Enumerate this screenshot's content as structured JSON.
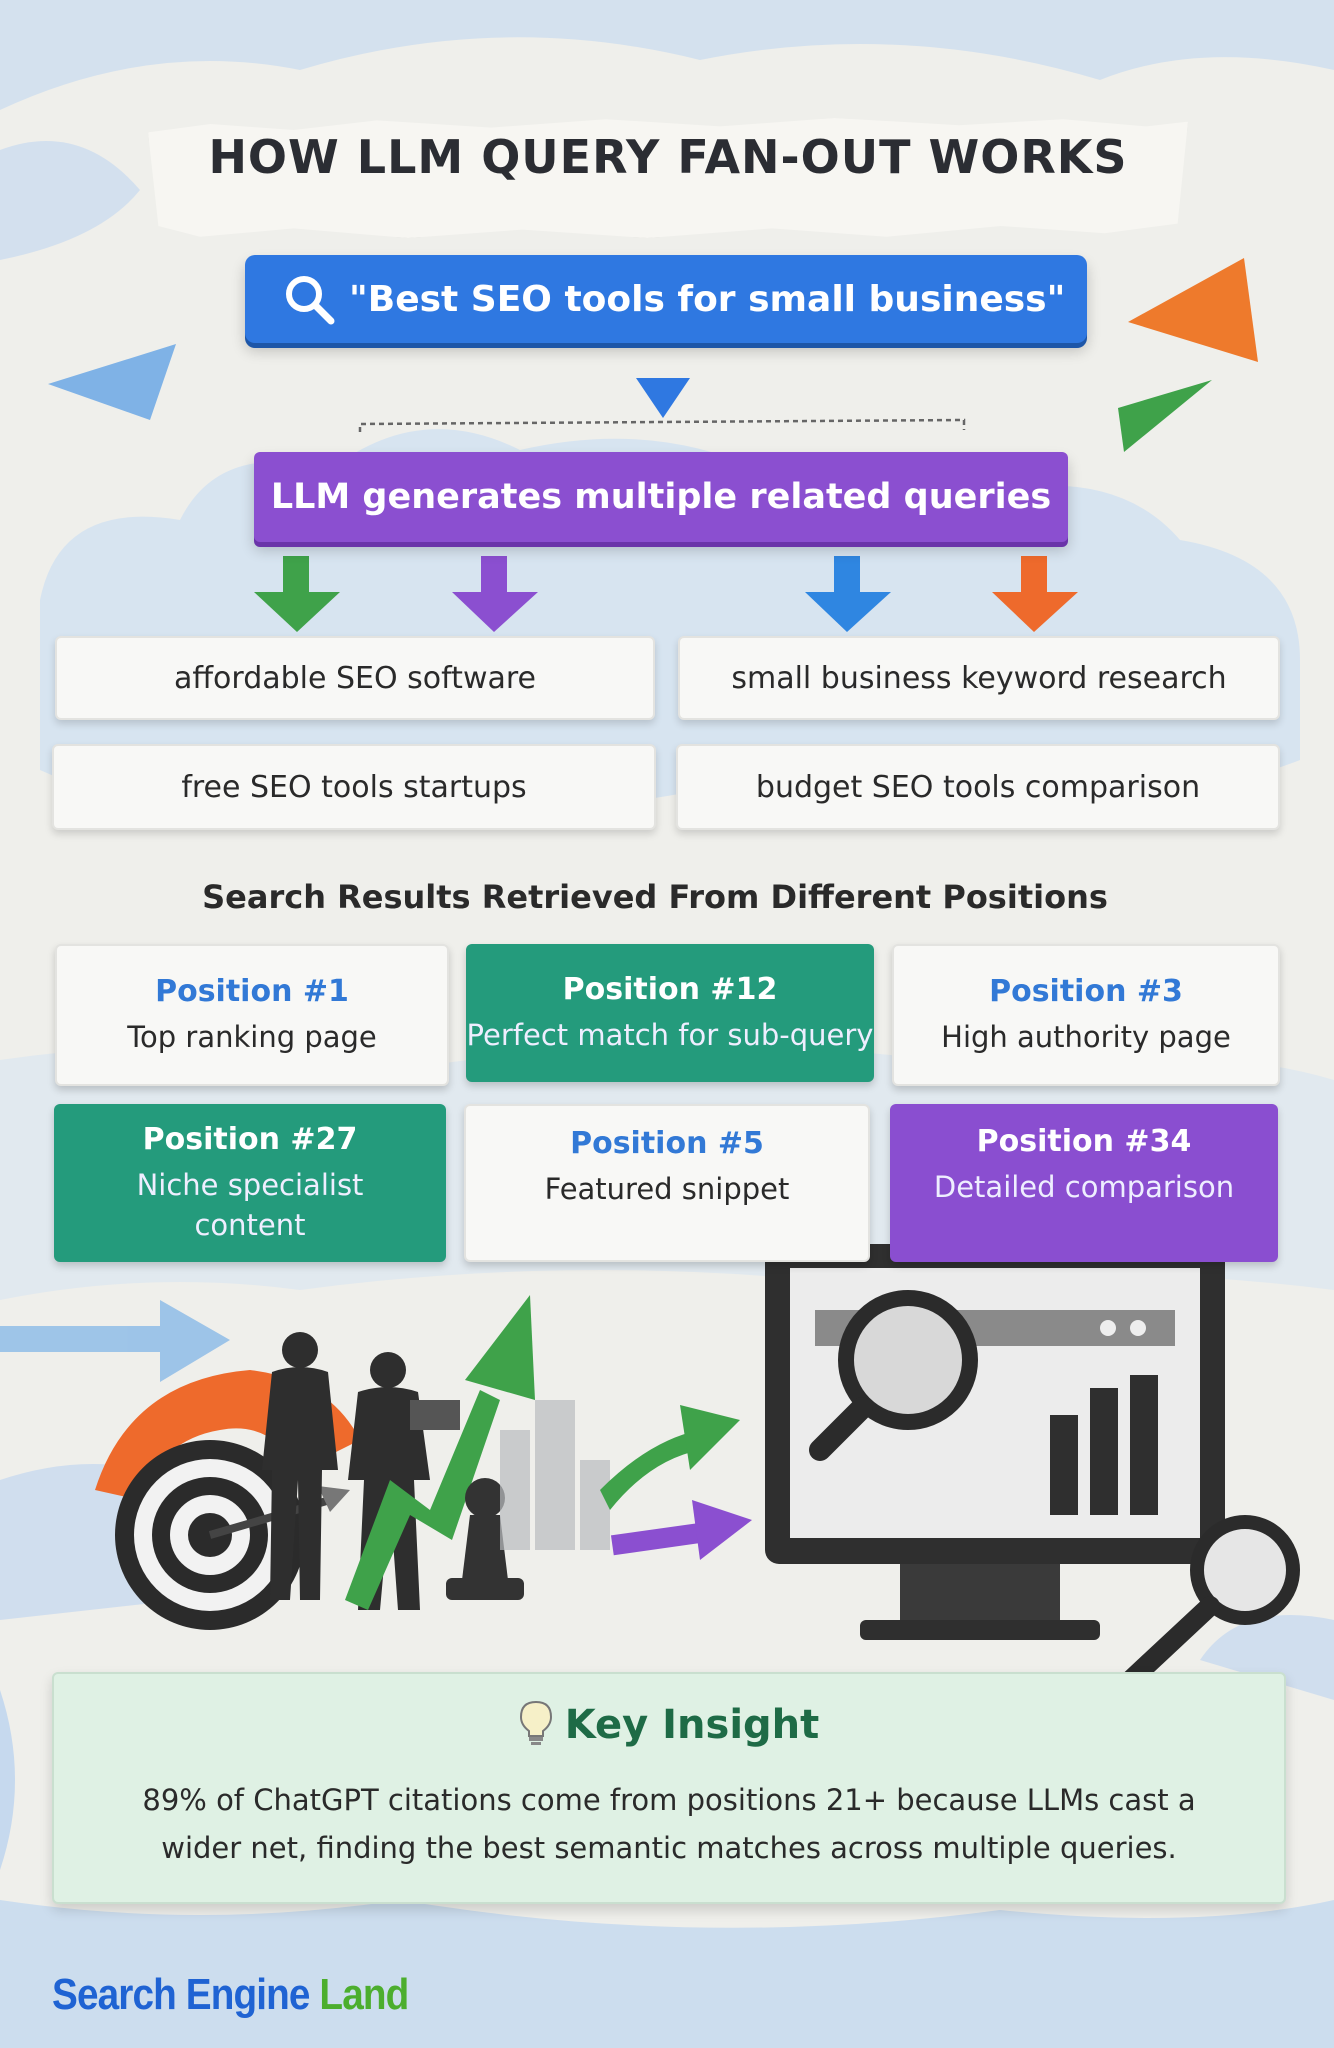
{
  "title": "HOW LLM QUERY FAN-OUT WORKS",
  "search_query": "\"Best SEO tools for small business\"",
  "llm_step": "LLM generates multiple related queries",
  "related_queries": [
    "affordable SEO software",
    "small business keyword research",
    "free SEO tools startups",
    "budget SEO tools comparison"
  ],
  "results_heading": "Search Results Retrieved From Different Positions",
  "positions": [
    {
      "title": "Position #1",
      "desc": "Top ranking page"
    },
    {
      "title": "Position #12",
      "desc": "Perfect match for sub-query"
    },
    {
      "title": "Position #3",
      "desc": "High authority page"
    },
    {
      "title": "Position #27",
      "desc": "Niche specialist content"
    },
    {
      "title": "Position #5",
      "desc": "Featured snippet"
    },
    {
      "title": "Position #34",
      "desc": "Detailed comparison"
    }
  ],
  "insight": {
    "title": "Key Insight",
    "text": "89% of ChatGPT citations come from positions 21+ because LLMs cast a wider net, finding the best semantic matches across multiple queries."
  },
  "logo": {
    "part1": "Search Engine ",
    "part2": "Land"
  },
  "colors": {
    "blue": "#2f78e1",
    "purple": "#8b4fd0",
    "teal": "#249b7c",
    "green": "#3fa24a",
    "orange": "#ee7a2c"
  },
  "icons": [
    "search-icon",
    "lightbulb-icon",
    "down-arrow-icon",
    "magnifier-icon",
    "target-icon",
    "monitor-icon"
  ]
}
